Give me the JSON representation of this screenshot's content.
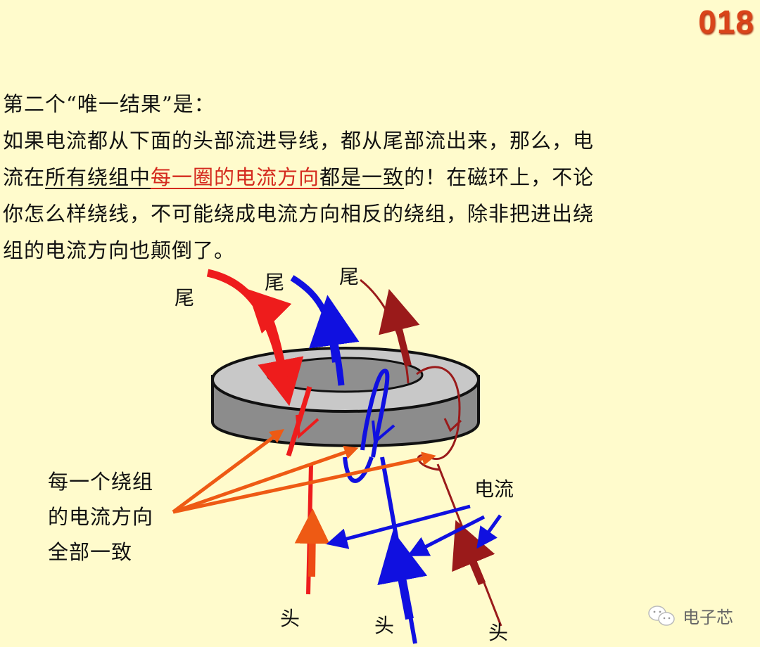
{
  "slide_number": "018",
  "paragraph": {
    "line1": "第二个“唯一结果”是：",
    "line2": "如果电流都从下面的头部流进导线，都从尾部流出来，那么，电",
    "line3_prefix": "流在",
    "line3_underlined": "所有绕组中",
    "line3_red_underlined": "每一圈的电流方向",
    "line3_underlined2": "都是一致",
    "line3_suffix": "的！在磁环上，不论",
    "line4": "你怎么样绕线，不可能绕成电流方向相反的绕组，除非把进出绕",
    "line5": "组的电流方向也颠倒了。"
  },
  "diagram": {
    "labels": {
      "tail_red": "尾",
      "tail_blue": "尾",
      "tail_darkred": "尾",
      "head_red": "头",
      "head_blue": "头",
      "head_darkred": "头",
      "current": "电流"
    },
    "note": {
      "line1": "每一个绕组",
      "line2": "的电流方向",
      "line3": "全部一致"
    },
    "colors": {
      "red_wire": "#ee1c1c",
      "blue_wire": "#1010e0",
      "darkred_wire": "#9a1a1a",
      "pointer": "#ee5a14",
      "core_top": "#c8c8c8",
      "core_side": "#8c8c8c"
    }
  },
  "watermark": {
    "icon": "wechat-icon",
    "text": "电子芯"
  }
}
